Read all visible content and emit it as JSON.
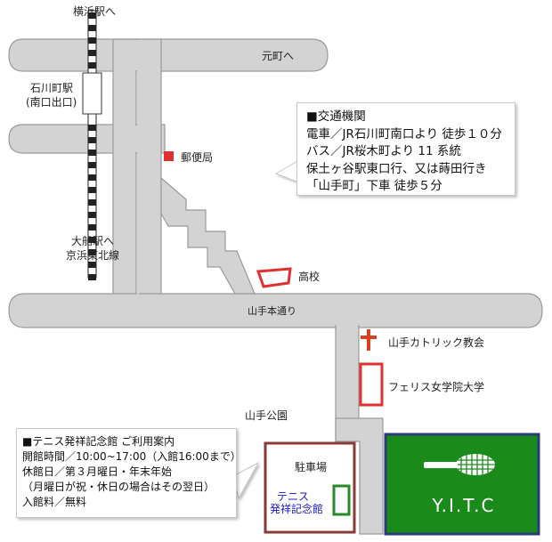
{
  "map": {
    "colors": {
      "road": "#d3d3d3",
      "road_edge": "#9a9a9a",
      "landmark_red": "#e03030",
      "church_red": "#d84020",
      "court_green": "#1a8a1a",
      "court_border": "#2a3a7a",
      "parking_border": "#8b3a3a",
      "memorial_green": "#2a8a2a",
      "memorial_text": "#1a1acc"
    },
    "labels": {
      "to_yokohama": "横浜駅へ",
      "ishikawacho_station": "石川町駅",
      "south_exit": "(南口出口)",
      "to_motomachi": "元町へ",
      "post_office": "郵便局",
      "to_ofuna": "大船駅へ",
      "keihin_tohoku": "京浜東北線",
      "high_school": "高校",
      "yamate_hondori": "山手本通り",
      "catholic_church": "山手カトリック教会",
      "ferris_university": "フェリス女学院大学",
      "yamate_park": "山手公園",
      "parking": "駐車場",
      "memorial_line1": "テニス",
      "memorial_line2": "発祥記念館",
      "yitc": "Y.I.T.C"
    },
    "icons": {
      "church": "cross-icon",
      "tennis": "tennis-racket-icon",
      "post_office": "red-square-marker-icon"
    }
  },
  "transit": {
    "lines": [
      "■交通機関",
      "電車／JR石川町南口より 徒歩１０分",
      "バス／JR桜木町より 11 系統",
      "保土ヶ谷駅東口行、又は蒔田行き",
      "「山手町」下車 徒歩５分"
    ]
  },
  "usage": {
    "lines": [
      "■テニス発祥記念館 ご利用案内",
      "開館時間／10:00~17:00（入館16:00まで）",
      "休館日／第３月曜日・年末年始",
      "（月曜日が祝・休日の場合はその翌日）",
      "入館料／無料"
    ]
  }
}
